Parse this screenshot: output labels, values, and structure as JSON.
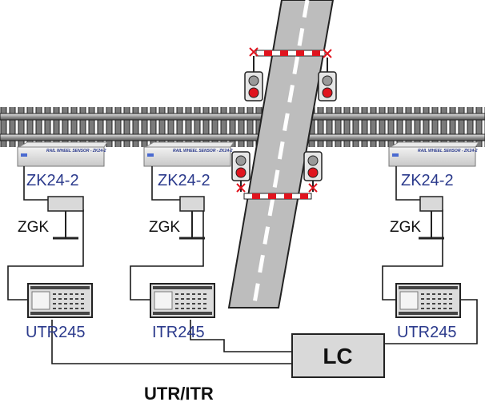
{
  "sensors": [
    {
      "label": "ZK24-2",
      "device_text": "RAIL WHEEL SENSOR - ZK24-2"
    },
    {
      "label": "ZK24-2",
      "device_text": "RAIL WHEEL SENSOR - ZK24-2"
    },
    {
      "label": "ZK24-2",
      "device_text": "RAIL WHEEL SENSOR - ZK24-2"
    }
  ],
  "junctions": [
    "ZGK",
    "ZGK",
    "ZGK"
  ],
  "modules": [
    "UTR245",
    "ITR245",
    "UTR245"
  ],
  "controller": {
    "label": "LC"
  },
  "footer": {
    "title": "UTR/ITR"
  },
  "colors": {
    "label_blue": "#2b3a8c",
    "road_gray": "#bdbdbd",
    "signal_red": "#e0141e",
    "box_gray": "#d9d9d9"
  }
}
